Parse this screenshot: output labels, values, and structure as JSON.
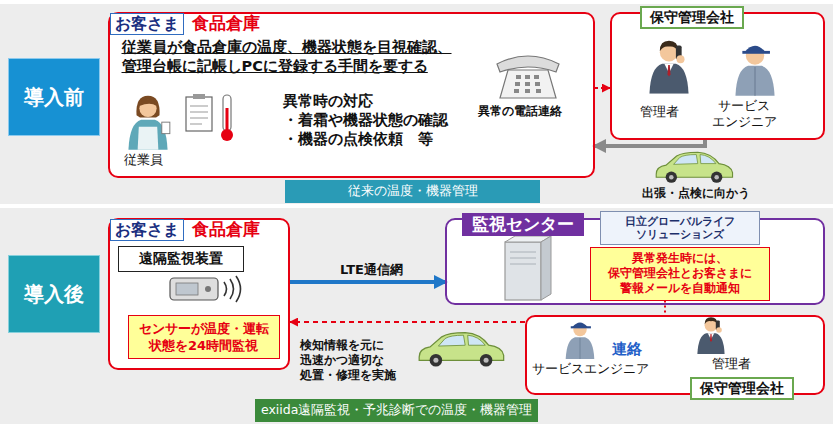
{
  "diagram": {
    "nodes": [
      {
        "text": [
          "導入前"
        ]
      },
      {
        "text": [
          "お客さま",
          "食品倉庫",
          "従業員が食品倉庫の温度、機器状態を目視確認、 管理台帳に記帳しPCに登録する手間を要する",
          "異常時の対応 ・着霜や機器状態の確認 ・機器の点検依頼　等",
          "従業員"
        ]
      },
      {
        "text": [
          "保守管理会社",
          "管理者",
          "サービス エンジニア"
        ]
      },
      {
        "text": [
          "従来の温度・機器管理"
        ]
      },
      {
        "text": [
          "導入後"
        ]
      },
      {
        "text": [
          "お客さま",
          "食品倉庫"
        ]
      },
      {
        "text": [
          "遠隔監視装置"
        ],
        "in": 5
      },
      {
        "text": [
          "センサーが温度・運転 状態を24時間監視"
        ],
        "in": 5
      },
      {
        "text": [
          "監視センター"
        ]
      },
      {
        "text": [
          "日立グローバルライフ ソリューションズ"
        ],
        "in": 8
      },
      {
        "text": [
          "異常発生時には、 保守管理会社とお客さまに 警報メールを自動通知"
        ],
        "in": 8
      },
      {
        "text": [
          "サービスエンジニア",
          "管理者",
          "保守管理会社"
        ]
      },
      {
        "text": [
          "exiida遠隔監視・予兆診断での温度・機器管理"
        ]
      }
    ],
    "edges": [
      {
        "from": 1,
        "to": 2,
        "arrow": "to",
        "label": "異常の電話連絡"
      },
      {
        "from": 2,
        "to": 1,
        "arrow": "to",
        "label": "出張・点検に向かう"
      },
      {
        "from": 5,
        "to": 8,
        "arrow": "to",
        "label": "LTE通信網"
      },
      {
        "from": 10,
        "to": 11,
        "arrow": "none"
      },
      {
        "from": 11,
        "to": 5,
        "arrow": "to"
      }
    ],
    "labels": [
      "連絡",
      "検知情報を元に 迅速かつ適切な 処置・修理を実施"
    ]
  }
}
